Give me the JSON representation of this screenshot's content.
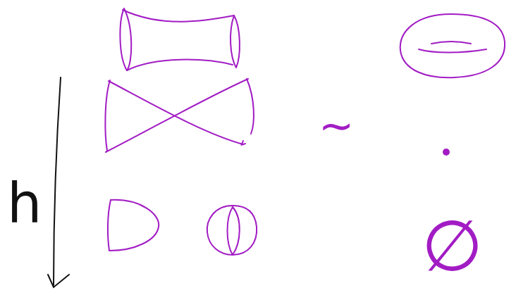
{
  "diagram": {
    "labels": [
      "h",
      "∼",
      "∅"
    ]
  }
}
